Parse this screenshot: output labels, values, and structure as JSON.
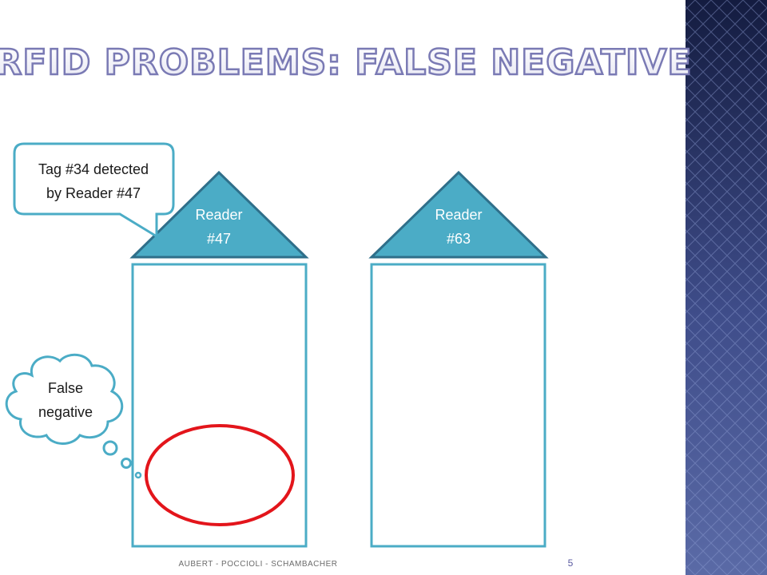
{
  "slide": {
    "title": "RFID PROBLEMS: FALSE NEGATIVE",
    "footer": "AUBERT - POCCIOLI - SCHAMBACHER",
    "page_number": "5"
  },
  "readers": [
    {
      "line1": "Reader",
      "line2": "#47"
    },
    {
      "line1": "Reader",
      "line2": "#63"
    }
  ],
  "callout": {
    "line1": "Tag #34 detected",
    "line2": "by Reader #47"
  },
  "thought": {
    "line1": "False",
    "line2": "negative"
  },
  "colors": {
    "reader_fill": "#4bacc6",
    "reader_stroke": "#2f6f8a",
    "zone_stroke": "#4bacc6",
    "tag_ring": "#e3151b",
    "title": "#7a7ab4",
    "panel_dark": "#141c40",
    "panel_light": "#5a6aa6"
  }
}
